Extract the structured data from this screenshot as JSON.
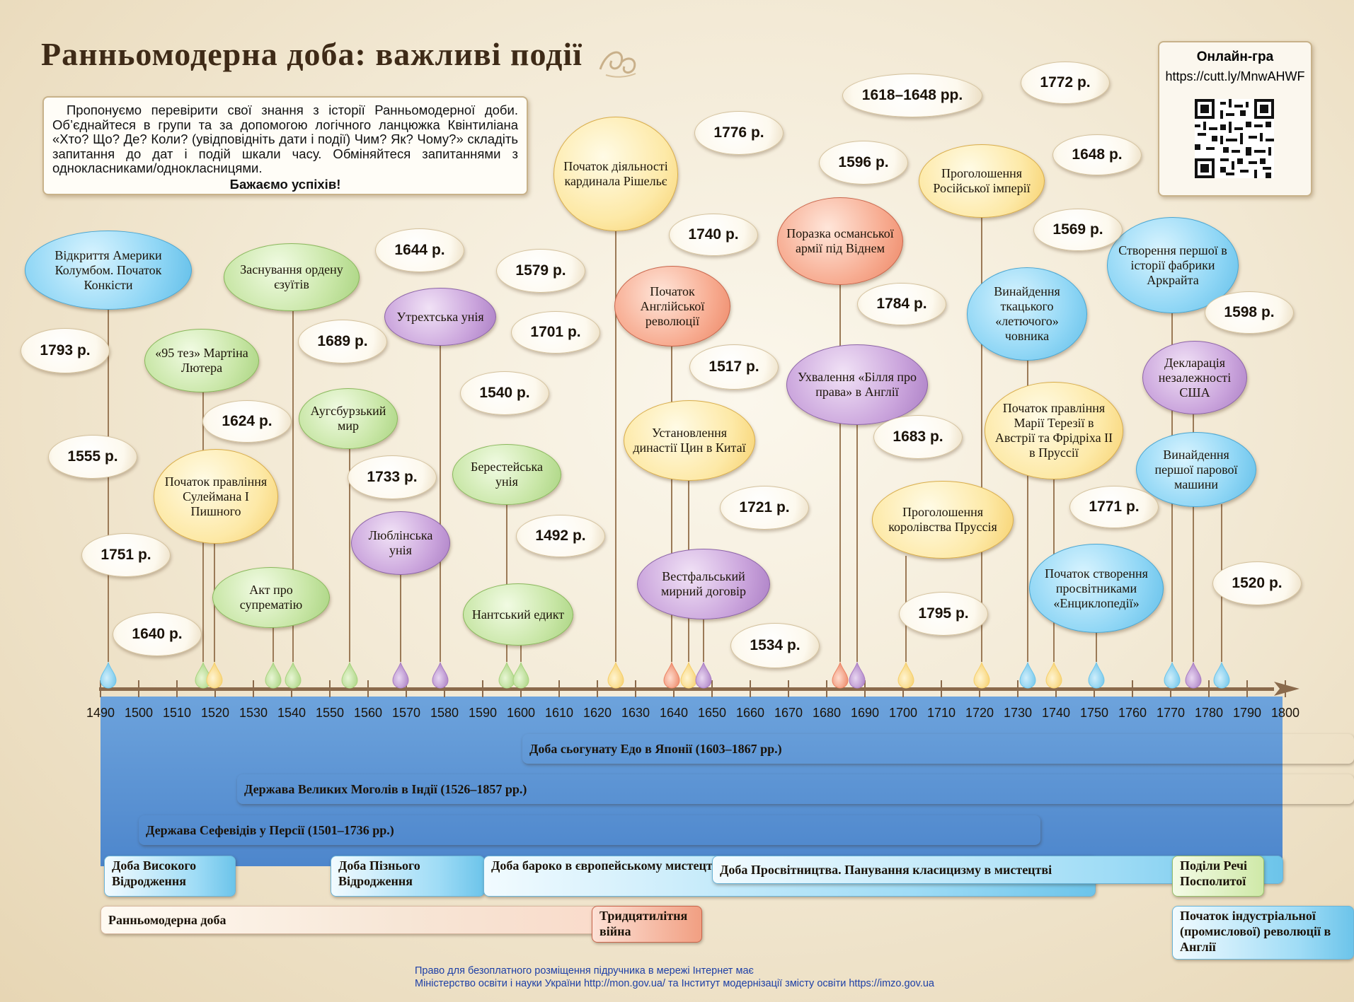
{
  "title": "Ранньомодерна доба: важливі події",
  "intro": {
    "text": "Пропонуємо перевірити свої знання з історії Ранньомодерної доби. Об’єднайтеся в групи та за допомогою логічного ланцюжка Квінтиліана «Хто? Що? Де? Коли? (увідповідніть дати і події) Чим? Як? Чому?» складіть запитання до дат і подій шкали часу. Обміняйтеся запитаннями з однокласниками/однокласницями.",
    "wish": "Бажаємо успіхів!"
  },
  "online_game": {
    "title": "Онлайн-гра",
    "url": "https://cutt.ly/MnwAHWF"
  },
  "axis": {
    "ticks": [
      "1490",
      "1500",
      "1510",
      "1520",
      "1530",
      "1540",
      "1550",
      "1560",
      "1570",
      "1580",
      "1590",
      "1600",
      "1610",
      "1620",
      "1630",
      "1640",
      "1650",
      "1660",
      "1670",
      "1680",
      "1690",
      "1700",
      "1710",
      "1720",
      "1730",
      "1740",
      "1750",
      "1760",
      "1770",
      "1780",
      "1790",
      "1800"
    ]
  },
  "events": [
    {
      "text": "Відкриття Америки Колумбом. Початок Конкісти",
      "color": "blue"
    },
    {
      "text": "«95 тез» Мартіна Лютера",
      "color": "green"
    },
    {
      "text": "Початок правління Сулеймана І Пишного",
      "color": "yellow"
    },
    {
      "text": "Акт про супрематію",
      "color": "green"
    },
    {
      "text": "Заснування ордену єзуїтів",
      "color": "green"
    },
    {
      "text": "Аугсбурзький мир",
      "color": "green"
    },
    {
      "text": "Люблінська унія",
      "color": "purple"
    },
    {
      "text": "Утрехтська унія",
      "color": "purple"
    },
    {
      "text": "Берестейська унія",
      "color": "green"
    },
    {
      "text": "Нантський едикт",
      "color": "green"
    },
    {
      "text": "Початок діяльності кардинала Рішельє",
      "color": "yellow"
    },
    {
      "text": "Початок Англійської революції",
      "color": "red"
    },
    {
      "text": "Установлення династії Цин в Китаї",
      "color": "yellow"
    },
    {
      "text": "Вестфальський мирний договір",
      "color": "purple"
    },
    {
      "text": "Поразка османської армії під Віднем",
      "color": "red"
    },
    {
      "text": "Ухвалення «Білля про права» в Англії",
      "color": "purple"
    },
    {
      "text": "Проголошення королівства Пруссія",
      "color": "yellow"
    },
    {
      "text": "Проголошення Російської імперії",
      "color": "yellow"
    },
    {
      "text": "Винайдення ткацького «летючого» човника",
      "color": "blue"
    },
    {
      "text": "Початок правління Марії Терезії в Австрії та Фрідріха ІІ в Пруссії",
      "color": "yellow"
    },
    {
      "text": "Початок створення просвітниками «Енциклопедії»",
      "color": "blue"
    },
    {
      "text": "Створення першої в історії фабрики Аркрайта",
      "color": "blue"
    },
    {
      "text": "Декларація незалежності США",
      "color": "purple"
    },
    {
      "text": "Винайдення першої парової машини",
      "color": "blue"
    }
  ],
  "dates": [
    "1793 р.",
    "1555 р.",
    "1751 р.",
    "1640 р.",
    "1624 р.",
    "1689 р.",
    "1644 р.",
    "1733 р.",
    "1579 р.",
    "1701 р.",
    "1540 р.",
    "1492 р.",
    "1776 р.",
    "1740 р.",
    "1517 р.",
    "1721 р.",
    "1534 р.",
    "1618–1648 рр.",
    "1596 р.",
    "1784 р.",
    "1683 р.",
    "1795 р.",
    "1772 р.",
    "1648 р.",
    "1569 р.",
    "1771 р.",
    "1598 р.",
    "1520 р."
  ],
  "periods": [
    {
      "text": "Доба сьогунату Едо в Японії (1603–1867 рр.)",
      "style": "yellow"
    },
    {
      "text": "Держава Великих Моголів в Індії (1526–1857 рр.)",
      "style": "yellow"
    },
    {
      "text": "Держава Сефевідів у Персії (1501–1736 рр.)",
      "style": "yellow"
    },
    {
      "text": "Доба Високого Відродження",
      "style": "blue"
    },
    {
      "text": "Доба Пізнього Відродження",
      "style": "blue"
    },
    {
      "text": "Доба бароко в європейському мистецтві",
      "style": "blue"
    },
    {
      "text": "Доба Просвітництва. Панування класицизму в мистецтві",
      "style": "blue"
    },
    {
      "text": "Поділи Речі Посполитої",
      "style": "green"
    },
    {
      "text": "Ранньомодерна доба",
      "style": "beige"
    },
    {
      "text": "Тридцятилітня війна",
      "style": "red"
    },
    {
      "text": "Початок індустріальної (промислової) революції в Англії",
      "style": "blue"
    }
  ],
  "footer": {
    "line1": "Право для безоплатного розміщення підручника в мережі Інтернет має",
    "line2": "Міністерство освіти і науки України http://mon.gov.ua/ та Інститут модернізації змісту освіти https://imzo.gov.ua"
  },
  "colors": {
    "axis": "#8a6a4c",
    "band": "#4d86cc",
    "title": "#3e2a17",
    "footer": "#1d3fa6"
  }
}
